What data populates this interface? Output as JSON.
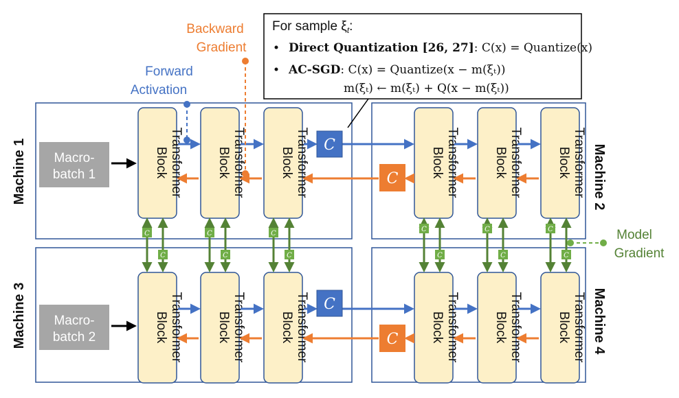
{
  "labels": {
    "block_line1": "Transformer",
    "block_line2": "Block",
    "compress": "C",
    "forward_activation_1": "Forward",
    "forward_activation_2": "Activation",
    "backward_gradient_1": "Backward",
    "backward_gradient_2": "Gradient",
    "model_gradient_1": "Model",
    "model_gradient_2": "Gradient"
  },
  "machines": [
    "Machine 1",
    "Machine 2",
    "Machine 3",
    "Machine 4"
  ],
  "macrobatches": [
    {
      "line1": "Macro-",
      "line2": "batch 1"
    },
    {
      "line1": "Macro-",
      "line2": "batch 2"
    }
  ],
  "callout": {
    "heading": "For sample ξ",
    "heading_sub": "t",
    "heading_end": ":",
    "line1_bold": "Direct Quantization [26, 27]",
    "line1_rest": ": C(x) = Quantize(x)",
    "line2_bold": "AC-SGD",
    "line2_rest": ": C(x) = Quantize(x − m(ξₜ))",
    "line3": "m(ξₜ) ← m(ξₜ) + Q(x − m(ξₜ))"
  },
  "colors": {
    "forward": "#4472c4",
    "backward": "#ed7d31",
    "model_grad": "#548235",
    "block_fill": "#fdf0c8",
    "macro_fill": "#a6a6a6"
  }
}
